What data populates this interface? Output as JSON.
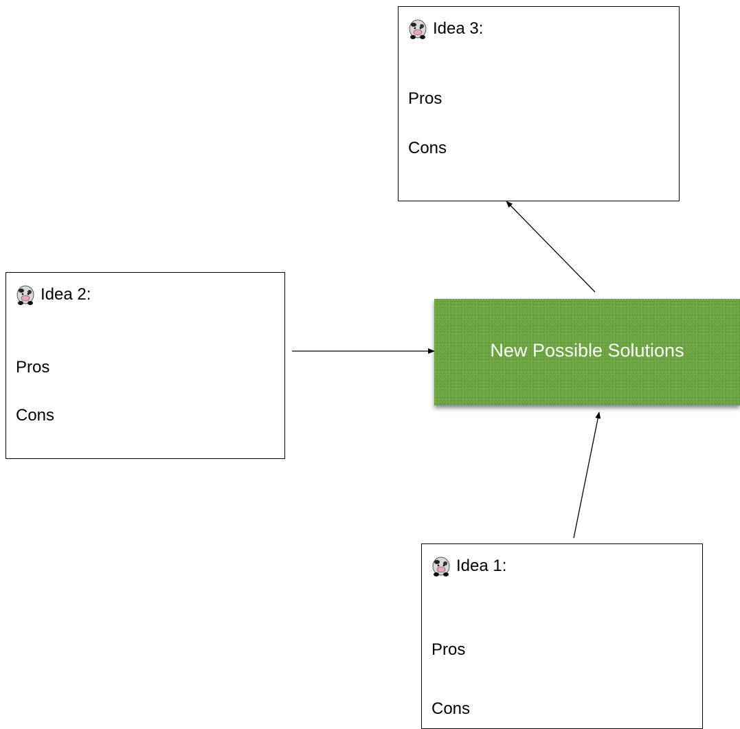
{
  "solution": {
    "label": "New Possible Solutions",
    "color": "#6aa53f"
  },
  "ideas": [
    {
      "title": "Idea 1:",
      "pros": "Pros",
      "cons": "Cons",
      "icon": "cow-icon"
    },
    {
      "title": "Idea 2:",
      "pros": "Pros",
      "cons": "Cons",
      "icon": "cow-icon"
    },
    {
      "title": "Idea 3:",
      "pros": "Pros",
      "cons": "Cons",
      "icon": "cow-icon"
    }
  ]
}
